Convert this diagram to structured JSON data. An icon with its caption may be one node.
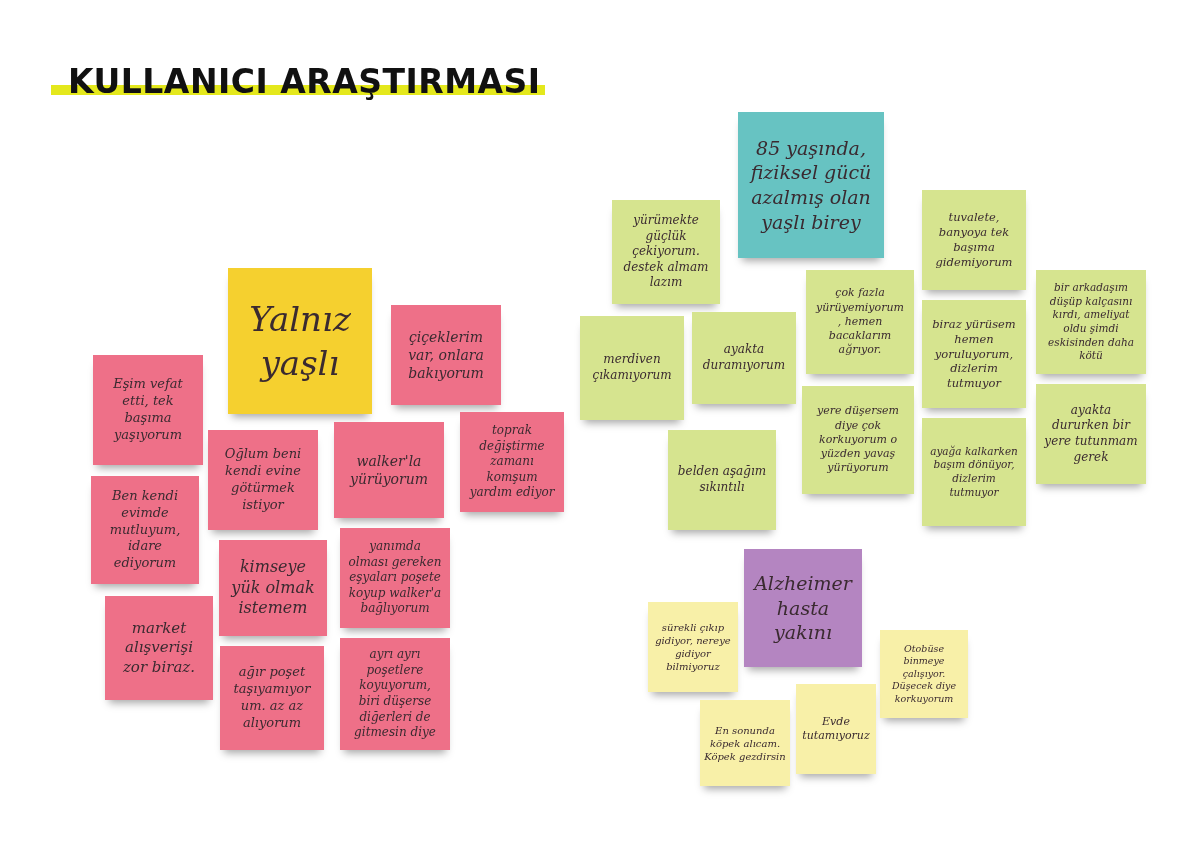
{
  "diagram": {
    "title": "KULLANICI ARAŞTIRMASI",
    "nodes": [
      {
        "text": [
          "Yalnız yaşlı"
        ]
      },
      {
        "text": [
          "çiçeklerim var, onlara bakıyorum"
        ]
      },
      {
        "text": [
          "Eşim vefat etti, tek başıma yaşıyorum"
        ]
      },
      {
        "text": [
          "toprak değiştirme zamanı komşum yardım ediyor"
        ]
      },
      {
        "text": [
          "Ben kendi evimde mutluyum, idare ediyorum"
        ]
      },
      {
        "text": [
          "Oğlum beni kendi evine götürmek istiyor"
        ]
      },
      {
        "text": [
          "walker'la yürüyorum"
        ]
      },
      {
        "text": [
          "kimseye yük olmak istemem"
        ]
      },
      {
        "text": [
          "yanımda olması gereken eşyaları poşete koyup walker'a bağlıyorum"
        ]
      },
      {
        "text": [
          "market alışverişi zor biraz."
        ]
      },
      {
        "text": [
          "ağır poşet taşıyamıyor um. az az alıyorum"
        ]
      },
      {
        "text": [
          "ayrı ayrı poşetlere koyuyorum, biri düşerse diğerleri de gitmesin diye"
        ]
      },
      {
        "text": [
          "85 yaşında, fiziksel gücü azalmış olan yaşlı birey"
        ]
      },
      {
        "text": [
          "yürümekte güçlük çekiyorum. destek almam lazım"
        ]
      },
      {
        "text": [
          "tuvalete, banyoya tek başıma gidemiyorum"
        ]
      },
      {
        "text": [
          "merdiven çıkamıyorum"
        ]
      },
      {
        "text": [
          "ayakta duramıyorum"
        ]
      },
      {
        "text": [
          "çok fazla yürüyemiyorum , hemen bacaklarım ağrıyor."
        ]
      },
      {
        "text": [
          "bir arkadaşım düşüp kalçasını kırdı, ameliyat oldu şimdi eskisinden daha kötü"
        ]
      },
      {
        "text": [
          "biraz yürüsem hemen yoruluyorum, dizlerim tutmuyor"
        ]
      },
      {
        "text": [
          "belden aşağım sıkıntılı"
        ]
      },
      {
        "text": [
          "yere düşersem diye çok korkuyorum o yüzden yavaş yürüyorum"
        ]
      },
      {
        "text": [
          "ayakta dururken bir yere tutunmam gerek"
        ]
      },
      {
        "text": [
          "ayağa kalkarken başım dönüyor, dizlerim tutmuyor"
        ]
      },
      {
        "text": [
          "Alzheimer hasta yakını"
        ]
      },
      {
        "text": [
          "sürekli çıkıp gidiyor, nereye gidiyor bilmiyoruz"
        ]
      },
      {
        "text": [
          "Otobüse binmeye çalışıyor. Düşecek diye korkuyorum"
        ]
      },
      {
        "text": [
          "En sonunda köpek alıcam. Köpek gezdirsin"
        ]
      },
      {
        "text": [
          "Evde tutamıyoruz"
        ]
      }
    ]
  }
}
